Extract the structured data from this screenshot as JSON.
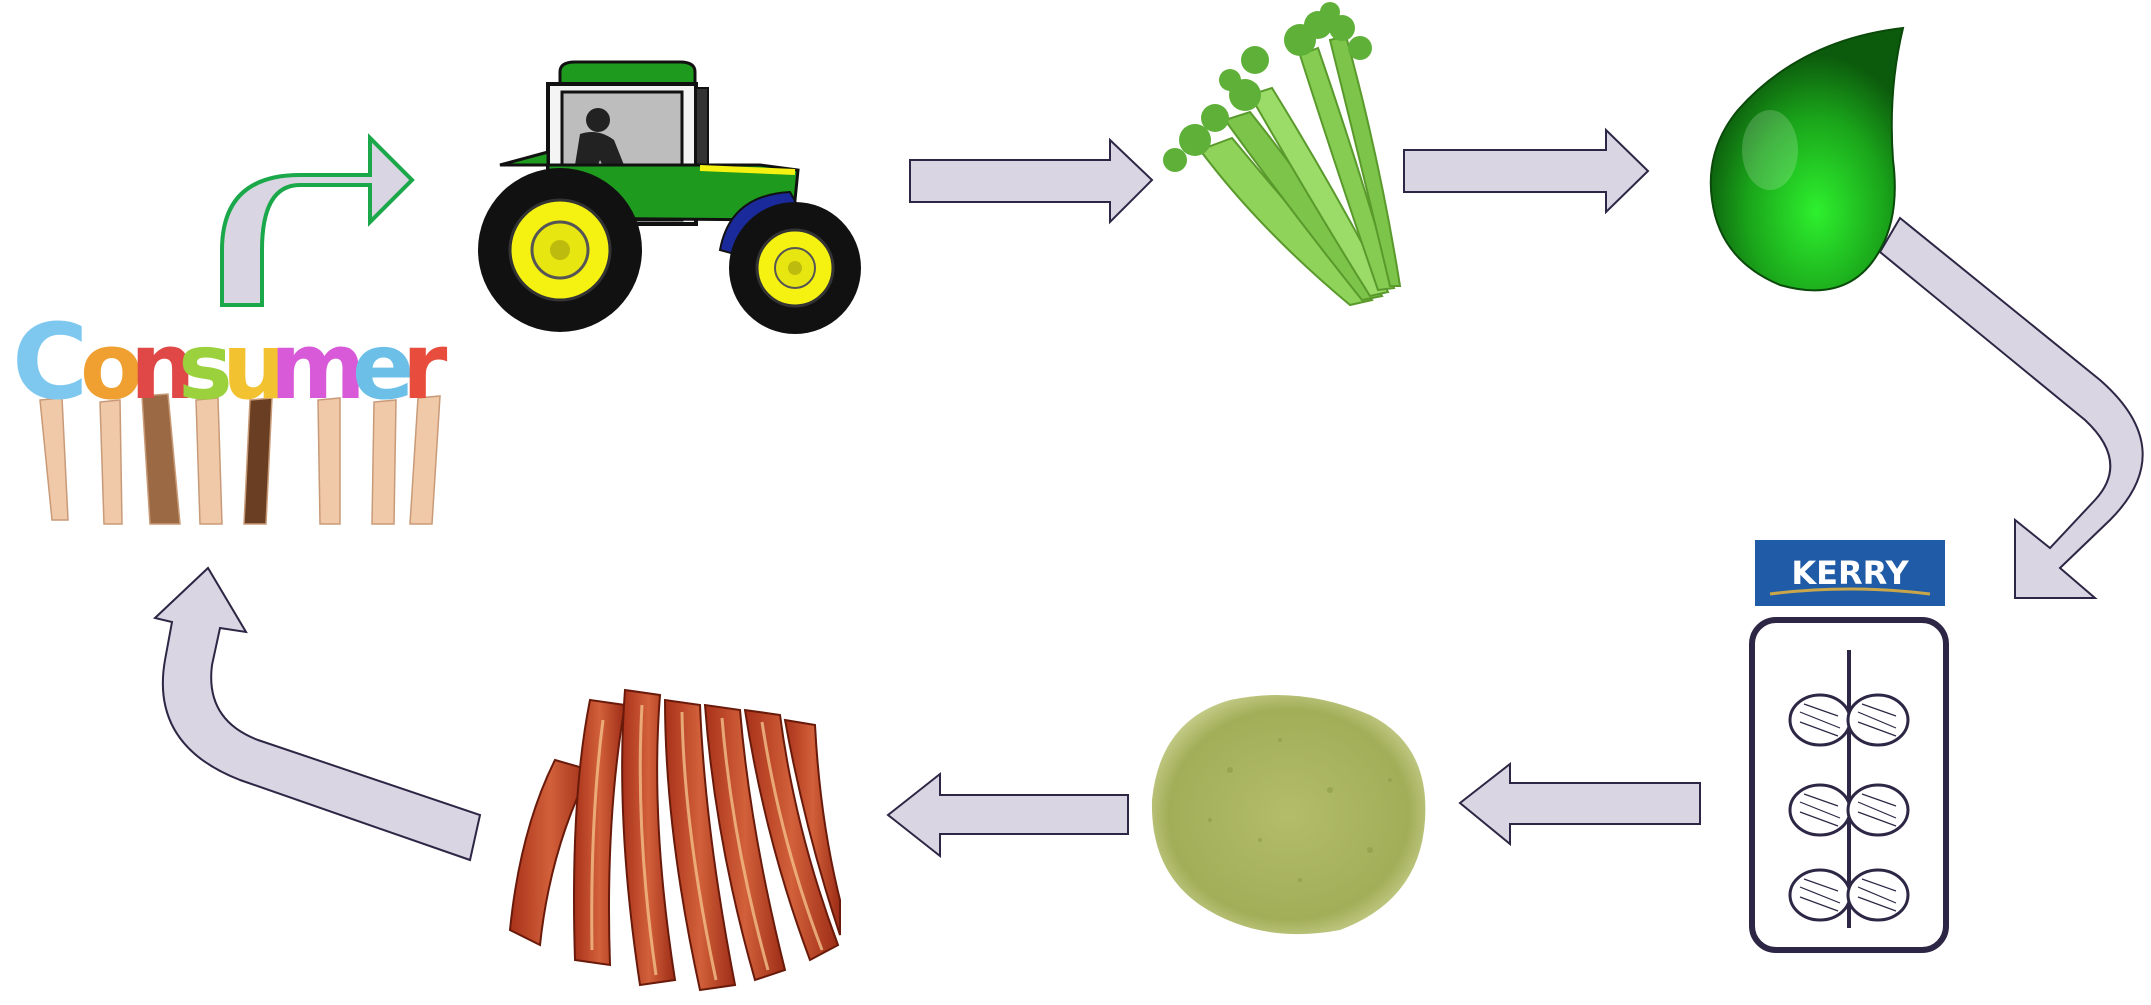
{
  "diagram": {
    "consumer_word": "Consumer",
    "consumer_letters": [
      "C",
      "o",
      "n",
      "s",
      "u",
      "m",
      "e",
      "r"
    ],
    "consumer_letter_colors": [
      "#7ec8f0",
      "#f0a030",
      "#e04848",
      "#9ad13c",
      "#f2c230",
      "#d85ad8",
      "#6cc0e8",
      "#e84c3c"
    ],
    "brand_logo_text": "KERRY",
    "colors": {
      "arrow_fill": "#d9d5e3",
      "arrow_stroke": "#2d2644",
      "first_arrow_stroke": "#1aa84a",
      "kerry_blue": "#1f5ba6",
      "kerry_gold": "#c9a64a",
      "tractor_green": "#1e9a1e",
      "tractor_yellow": "#f5f212",
      "celery_green": "#7cc44a",
      "drop_green": "#1fb81f",
      "powder_green": "#a7b45a",
      "bacon_red": "#b53a1e"
    },
    "icons": [
      "consumer-hands-icon",
      "tractor-icon",
      "celery-icon",
      "green-drop-icon",
      "kerry-logo",
      "fermentation-culture-icon",
      "celery-powder-icon",
      "bacon-icon"
    ]
  }
}
